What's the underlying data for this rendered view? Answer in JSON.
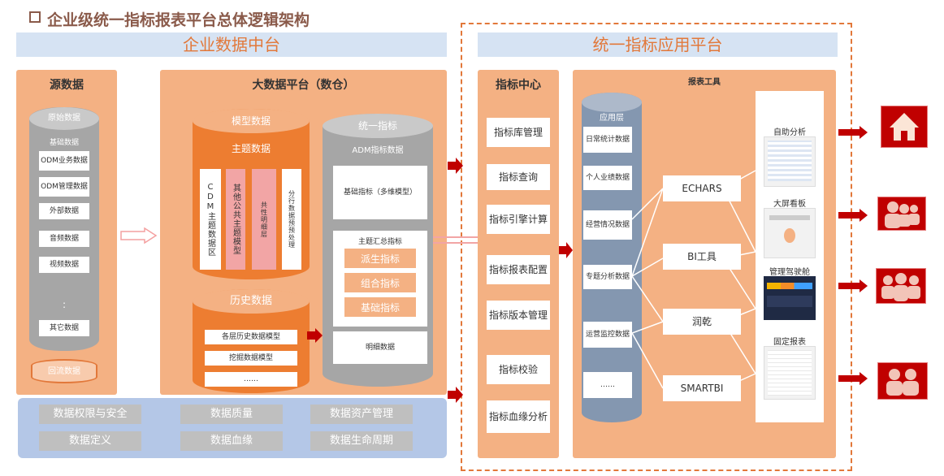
{
  "title": "企业级统一指标报表平台总体逻辑架构",
  "band_left": "企业数据中台",
  "band_right": "统一指标应用平台",
  "source": {
    "header": "源数据",
    "cyl_top": "原始数据",
    "sub": "基础数据",
    "items": [
      "ODM业务数据",
      "ODM管理数据",
      "外部数据",
      "音频数据",
      "视频数据"
    ],
    "dots": ":",
    "other": "其它数据",
    "reflux": "回流数据"
  },
  "bigdata": {
    "header": "大数据平台（数仓）",
    "model_top": "模型数据",
    "subject": "主题数据",
    "cdm": "CDM主题数据区",
    "common_subject": "其他公共主题模型",
    "common_detail": "共性明细层",
    "preprocess": "分行数据预预处理",
    "history_top": "历史数据",
    "history_items": [
      "各层历史数据模型",
      "挖掘数据模型",
      "……"
    ],
    "unified_top": "统一指标",
    "adm": "ADM指标数据",
    "base_metric": "基础指标（多维模型）",
    "summary_title": "主题汇总指标",
    "summary_items": [
      "派生指标",
      "组合指标",
      "基础指标"
    ],
    "detail": "明细数据"
  },
  "metric_center": {
    "header": "指标中心",
    "items": [
      "指标库管理",
      "指标查询",
      "指标引擎计算",
      "指标报表配置",
      "指标版本管理",
      "指标校验",
      "指标血缘分析"
    ]
  },
  "report_tools": {
    "header": "报表工具",
    "app_layer": "应用层",
    "app_items": [
      "日常统计数据",
      "个人业绩数据",
      "经营情况数据",
      "专题分析数据",
      "运营监控数据",
      "……"
    ],
    "tools": [
      "ECHARS",
      "BI工具",
      "润乾",
      "SMARTBI"
    ],
    "outputs": [
      "自助分析",
      "大屏看板",
      "管理驾驶舱",
      "固定报表"
    ]
  },
  "governance": [
    "数据权限与安全",
    "数据质量",
    "数据资产管理",
    "数据定义",
    "数据血缘",
    "数据生命周期"
  ],
  "icons": [
    "home-icon",
    "users-group-icon",
    "users-group-icon",
    "users-pair-icon"
  ],
  "colors": {
    "accent": "#f4b183",
    "band": "#d6e3f3",
    "red": "#c00000",
    "title": "#e2783a"
  }
}
